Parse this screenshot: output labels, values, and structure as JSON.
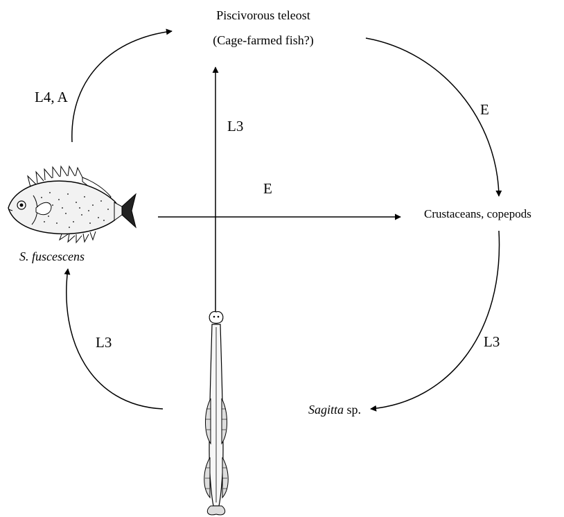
{
  "nodes": {
    "teleost_line1": "Piscivorous teleost",
    "teleost_line2": "(Cage-farmed fish?)",
    "crustaceans": "Crustaceans, copepods",
    "fish_species": "S. fuscescens",
    "sagitta_genus": "Sagitta",
    "sagitta_suffix": " sp."
  },
  "edge_labels": {
    "fish_to_teleost": "L4, A",
    "teleost_to_crustaceans": "E",
    "sagitta_to_teleost": "L3",
    "fish_to_crustaceans": "E",
    "crustaceans_to_sagitta": "L3",
    "sagitta_to_fish": "L3"
  },
  "colors": {
    "ink": "#000000",
    "background": "#ffffff"
  },
  "icons": {
    "fish": "fish-illustration",
    "sagitta": "arrow-worm-illustration"
  }
}
